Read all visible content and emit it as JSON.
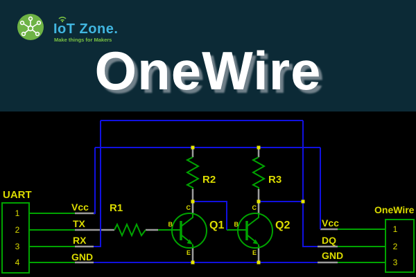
{
  "header": {
    "title": "OneWire",
    "logo": {
      "brand": "IoT Zone.",
      "tagline": "Make things for Makers"
    },
    "colors": {
      "header_bg": "#0c2a36",
      "title": "#ffffff",
      "title_shadow": "#71818a",
      "logo_circle_green": "#6eb345",
      "brand_blue": "#41b6e0",
      "tagline_green": "#7ac143"
    }
  },
  "schematic": {
    "colors": {
      "background": "#000000",
      "wire_green": "#00a400",
      "wire_blue": "#1111e0",
      "stub_gray": "#9c9c9c",
      "label_yellow": "#dcdc00",
      "junction_yellow": "#e6e600"
    },
    "uart": {
      "name": "UART",
      "pins": [
        "1",
        "2",
        "3",
        "4"
      ],
      "signals": [
        "Vcc",
        "TX",
        "RX",
        "GND"
      ]
    },
    "onewire": {
      "name": "OneWire",
      "pins": [
        "1",
        "2",
        "3"
      ],
      "signals": [
        "Vcc",
        "DQ",
        "GND"
      ]
    },
    "resistors": [
      {
        "ref": "R1"
      },
      {
        "ref": "R2"
      },
      {
        "ref": "R3"
      }
    ],
    "transistors": [
      {
        "ref": "Q1",
        "b": "B",
        "c": "C",
        "e": "E"
      },
      {
        "ref": "Q2",
        "b": "B",
        "c": "C",
        "e": "E"
      }
    ]
  }
}
